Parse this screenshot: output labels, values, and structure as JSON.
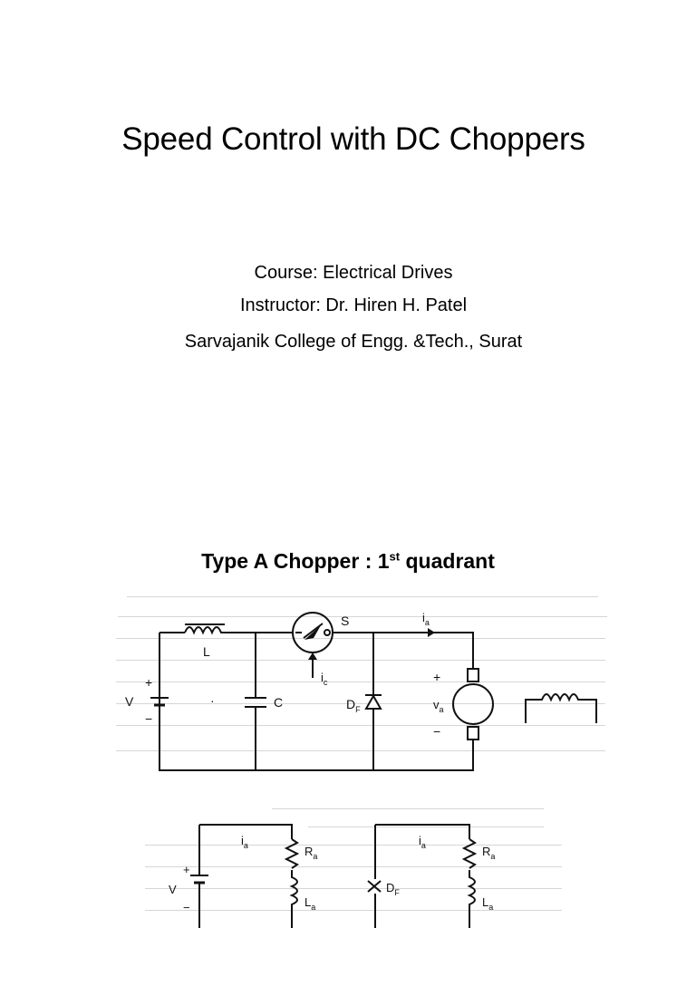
{
  "slide1": {
    "title": "Speed Control with DC Choppers",
    "course": "Course: Electrical Drives",
    "instructor": "Instructor: Dr. Hiren H. Patel",
    "institution": "Sarvajanik College of Engg. &Tech., Surat"
  },
  "slide2": {
    "title_main": "Type A Chopper : 1",
    "title_sup": "st",
    "title_rest": " quadrant",
    "circuit_labels": {
      "inductor": "L",
      "switch": "S",
      "capacitor": "C",
      "diode": "D",
      "diode_sub": "F",
      "source": "V",
      "armature_current": "i",
      "armature_current_sub": "a",
      "control_current": "i",
      "control_current_sub": "c",
      "armature_voltage": "v",
      "armature_voltage_sub": "a",
      "resistance": "R",
      "resistance_sub": "a",
      "inductance": "L",
      "inductance_sub": "a",
      "plus": "+",
      "minus": "−"
    }
  }
}
